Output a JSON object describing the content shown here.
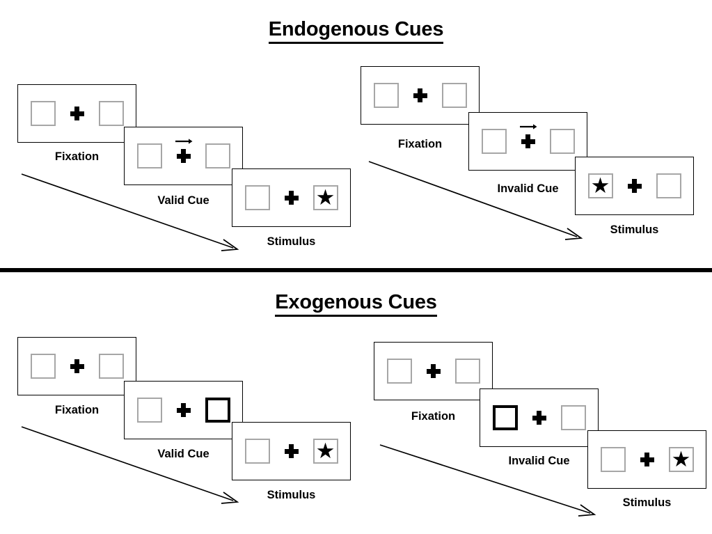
{
  "sections": [
    {
      "id": "endogenous",
      "title": "Endogenous Cues",
      "columns": [
        {
          "id": "endogenous-valid",
          "steps": [
            {
              "id": "fixation",
              "caption": "Fixation",
              "left_content": "empty",
              "right_content": "empty",
              "cue": "none",
              "cued_side": "none"
            },
            {
              "id": "valid-cue",
              "caption": "Valid Cue",
              "left_content": "empty",
              "right_content": "empty",
              "cue": "arrow-right",
              "cued_side": "none"
            },
            {
              "id": "stimulus",
              "caption": "Stimulus",
              "left_content": "empty",
              "right_content": "star",
              "cue": "none",
              "cued_side": "none"
            }
          ]
        },
        {
          "id": "endogenous-invalid",
          "steps": [
            {
              "id": "fixation",
              "caption": "Fixation",
              "left_content": "empty",
              "right_content": "empty",
              "cue": "none",
              "cued_side": "none"
            },
            {
              "id": "invalid-cue",
              "caption": "Invalid Cue",
              "left_content": "empty",
              "right_content": "empty",
              "cue": "arrow-right",
              "cued_side": "none"
            },
            {
              "id": "stimulus",
              "caption": "Stimulus",
              "left_content": "star",
              "right_content": "empty",
              "cue": "none",
              "cued_side": "none"
            }
          ]
        }
      ]
    },
    {
      "id": "exogenous",
      "title": "Exogenous Cues",
      "columns": [
        {
          "id": "exogenous-valid",
          "steps": [
            {
              "id": "fixation",
              "caption": "Fixation",
              "left_content": "empty",
              "right_content": "empty",
              "cue": "box-highlight",
              "cued_side": "none"
            },
            {
              "id": "valid-cue",
              "caption": "Valid Cue",
              "left_content": "empty",
              "right_content": "empty",
              "cue": "box-highlight",
              "cued_side": "right"
            },
            {
              "id": "stimulus",
              "caption": "Stimulus",
              "left_content": "empty",
              "right_content": "star",
              "cue": "none",
              "cued_side": "none"
            }
          ]
        },
        {
          "id": "exogenous-invalid",
          "steps": [
            {
              "id": "fixation",
              "caption": "Fixation",
              "left_content": "empty",
              "right_content": "empty",
              "cue": "box-highlight",
              "cued_side": "none"
            },
            {
              "id": "invalid-cue",
              "caption": "Invalid Cue",
              "left_content": "empty",
              "right_content": "empty",
              "cue": "box-highlight",
              "cued_side": "left"
            },
            {
              "id": "stimulus",
              "caption": "Stimulus",
              "left_content": "empty",
              "right_content": "star",
              "cue": "none",
              "cued_side": "none"
            }
          ]
        }
      ]
    }
  ],
  "glyphs": {
    "star": "★"
  },
  "colors": {
    "frame_border": "#000000",
    "box_border": "#a6a6a6",
    "cued_box_border": "#000000",
    "ink": "#000000",
    "background": "#ffffff"
  }
}
